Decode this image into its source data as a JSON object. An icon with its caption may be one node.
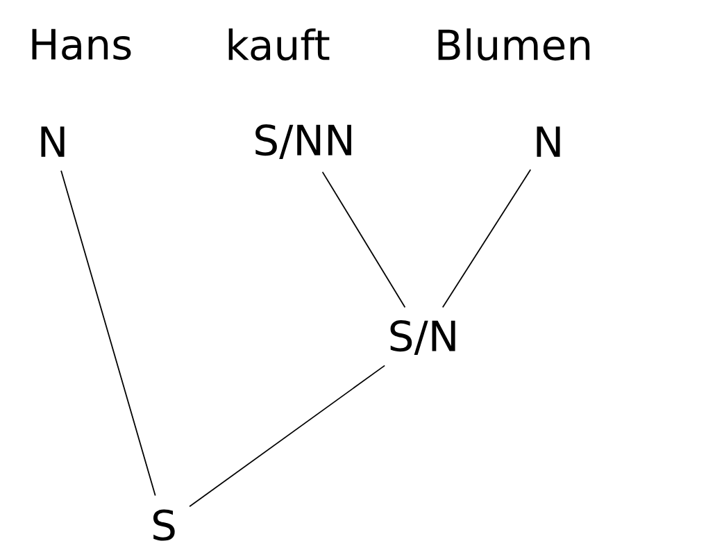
{
  "diagram": {
    "nodes": [
      {
        "text": [
          "N"
        ]
      },
      {
        "text": [
          "S/NN"
        ]
      },
      {
        "text": [
          "N"
        ]
      },
      {
        "text": [
          "S/N"
        ]
      },
      {
        "text": [
          "S"
        ]
      }
    ],
    "edges": [
      {
        "from": 0,
        "to": 4,
        "arrow": "none"
      },
      {
        "from": 1,
        "to": 3,
        "arrow": "none"
      },
      {
        "from": 2,
        "to": 3,
        "arrow": "none"
      },
      {
        "from": 3,
        "to": 4,
        "arrow": "none"
      }
    ],
    "labels": [
      "Hans",
      "kauft",
      "Blumen"
    ]
  }
}
